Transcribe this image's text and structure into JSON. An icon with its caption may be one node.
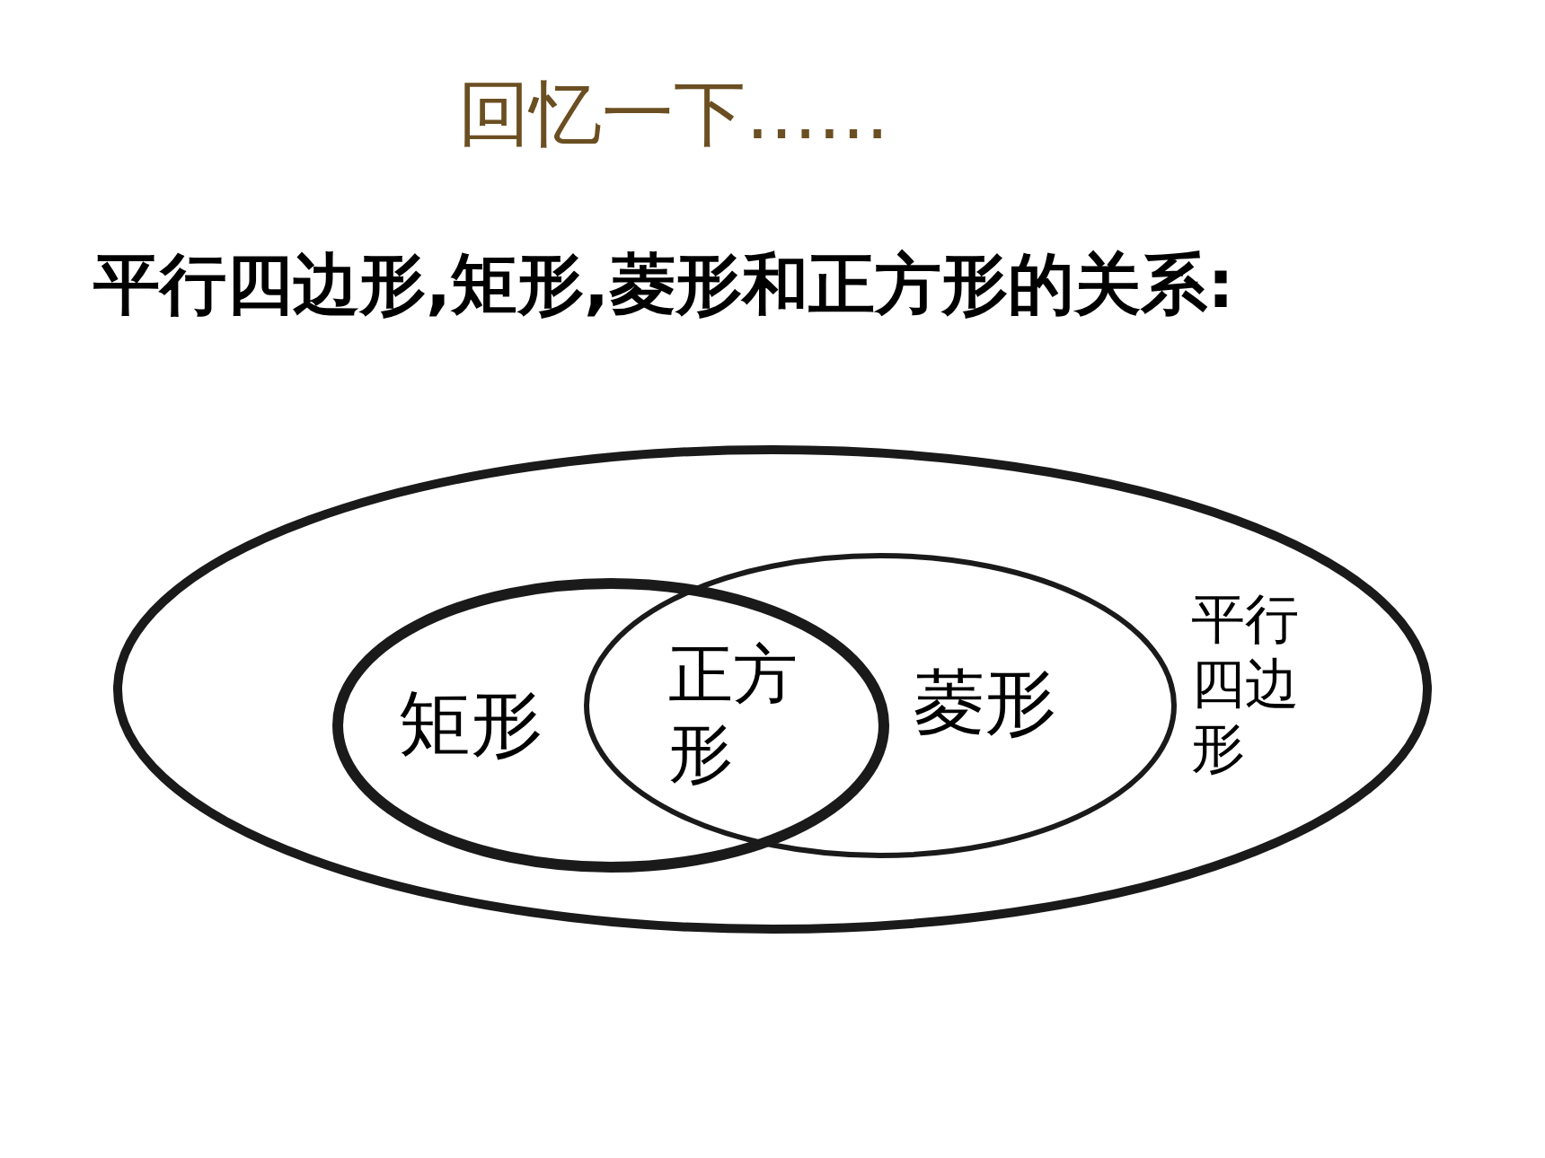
{
  "diagram": {
    "title": "回忆一下……",
    "nodes": [
      {
        "text": [
          "平行四边形"
        ]
      },
      {
        "text": [
          "矩形"
        ],
        "in": 0
      },
      {
        "text": [
          "菱形"
        ],
        "in": 0
      }
    ],
    "labels": [
      "平行四边形,矩形,菱形和正方形的关系:",
      "正方形"
    ]
  }
}
